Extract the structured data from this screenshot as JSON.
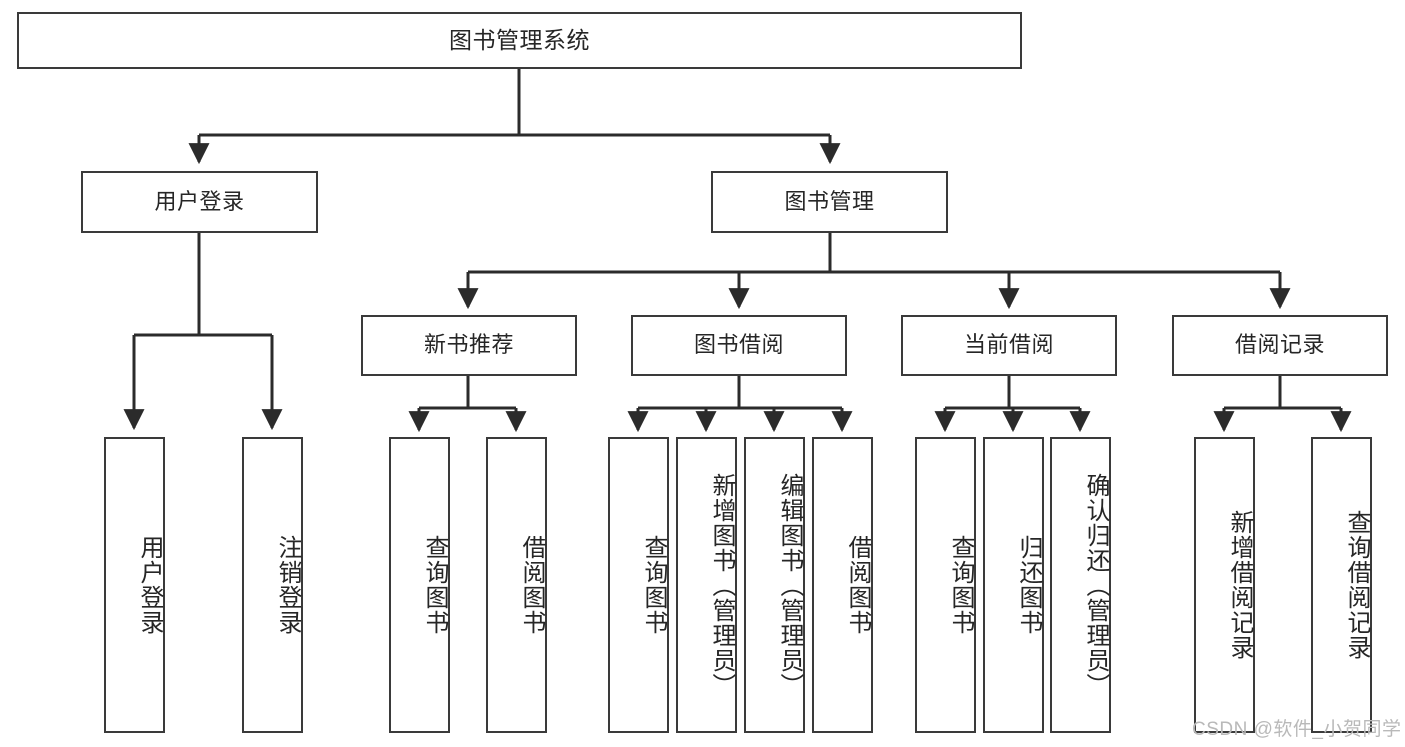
{
  "diagram": {
    "title": "图书管理系统",
    "type": "tree-hierarchy",
    "watermark": "CSDN @软件_小贺同学",
    "colors": {
      "box_border": "#3a3a3a",
      "box_fill": "#ffffff",
      "edge": "#2b2b2b",
      "text": "#262626",
      "watermark": "#b9b9b9",
      "background": "#ffffff"
    },
    "nodes": {
      "root": {
        "label": "图书管理系统"
      },
      "level2": [
        {
          "id": "user-login",
          "label": "用户登录"
        },
        {
          "id": "book-manage",
          "label": "图书管理"
        }
      ],
      "level3": [
        {
          "id": "new-book-rec",
          "label": "新书推荐"
        },
        {
          "id": "book-borrow",
          "label": "图书借阅"
        },
        {
          "id": "current-borrow",
          "label": "当前借阅"
        },
        {
          "id": "borrow-record",
          "label": "借阅记录"
        }
      ],
      "leaves": {
        "user-login": [
          {
            "id": "leaf-user-login",
            "label": "用户登录"
          },
          {
            "id": "leaf-logout-login",
            "label": "注销登录"
          }
        ],
        "new-book-rec": [
          {
            "id": "leaf-query-book-1",
            "label": "查询图书"
          },
          {
            "id": "leaf-borrow-book-1",
            "label": "借阅图书"
          }
        ],
        "book-borrow": [
          {
            "id": "leaf-query-book-2",
            "label": "查询图书"
          },
          {
            "id": "leaf-add-book",
            "label": "新增图书（管理员）"
          },
          {
            "id": "leaf-edit-book",
            "label": "编辑图书（管理员）"
          },
          {
            "id": "leaf-borrow-book-2",
            "label": "借阅图书"
          }
        ],
        "current-borrow": [
          {
            "id": "leaf-query-book-3",
            "label": "查询图书"
          },
          {
            "id": "leaf-return-book",
            "label": "归还图书"
          },
          {
            "id": "leaf-confirm-return",
            "label": "确认归还（管理员）"
          }
        ],
        "borrow-record": [
          {
            "id": "leaf-add-record",
            "label": "新增借阅记录"
          },
          {
            "id": "leaf-query-record",
            "label": "查询借阅记录"
          }
        ]
      }
    }
  }
}
